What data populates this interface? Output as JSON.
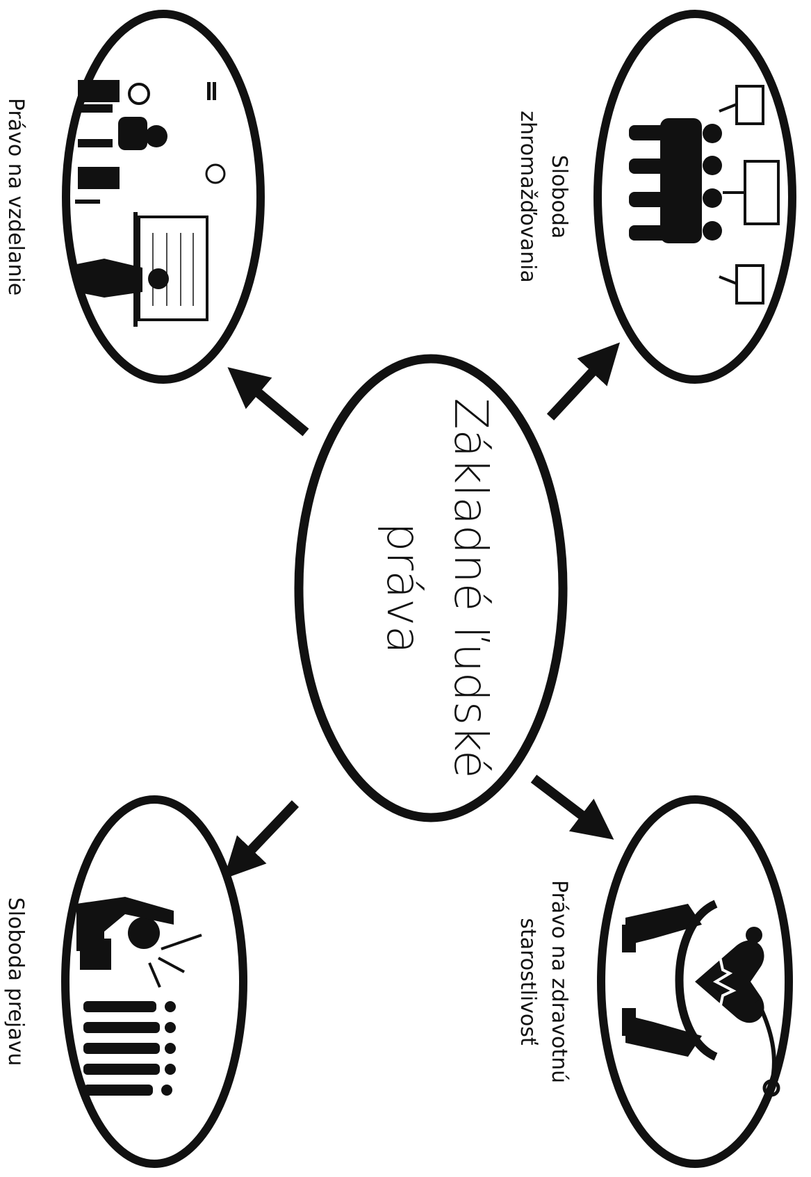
{
  "center": {
    "line1": "Základné ľudské",
    "line2": "práva"
  },
  "nodes": {
    "education": {
      "label": "Právo na vzdelanie",
      "icon": "classroom-icon"
    },
    "assembly": {
      "line1": "Sloboda",
      "line2": "zhromažďovania",
      "icon": "protest-crowd-icon"
    },
    "speech": {
      "label": "Sloboda prejavu",
      "icon": "speaker-crowd-icon"
    },
    "health": {
      "line1": "Právo na zdravotnú",
      "line2": "starostlivosť",
      "icon": "heart-care-icon"
    }
  },
  "colors": {
    "ink": "#111111",
    "background": "#ffffff"
  }
}
